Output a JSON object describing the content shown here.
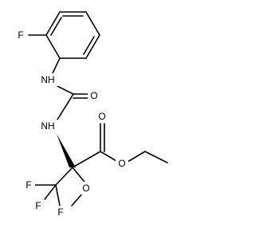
{
  "molecule": {
    "atoms": {
      "F_aryl": "F",
      "NH_top": "NH",
      "O_urea": "O",
      "NH_mid": "NH",
      "O_ester_carbonyl": "O",
      "O_ester": "O",
      "O_methoxy": "O",
      "F_cf3_a": "F",
      "F_cf3_b": "F",
      "F_cf3_c": "F"
    }
  }
}
